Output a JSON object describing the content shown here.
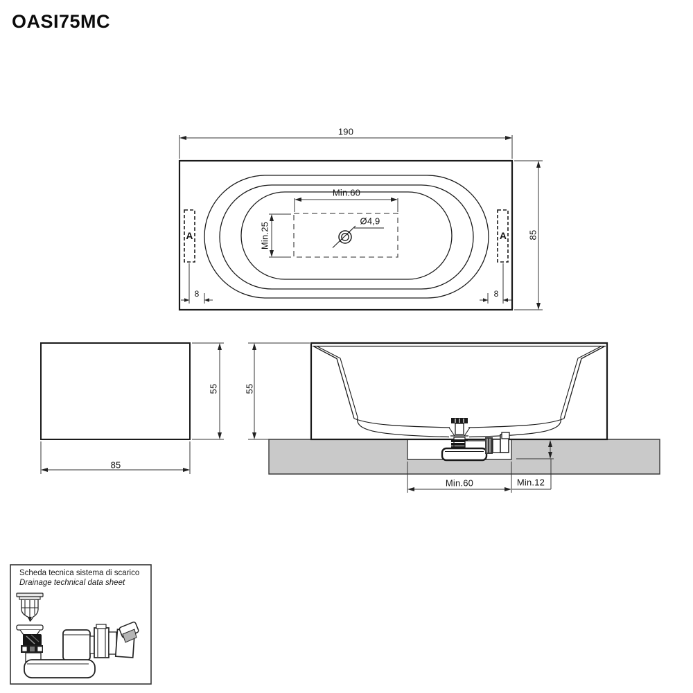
{
  "title": "OASI75MC",
  "colors": {
    "line": "#1a1a1a",
    "dim": "#333333",
    "floor": "#c9c9c9"
  },
  "views": {
    "top": {
      "label_width": "190",
      "label_height": "85",
      "label_min_width": "Min.60",
      "label_min_depth": "Min.25",
      "label_drain_diameter": "Ø4,9",
      "label_section_left": "A",
      "label_section_right": "A",
      "label_offset_left": "8",
      "label_offset_right": "8"
    },
    "front": {
      "label_width": "85",
      "label_height": "55"
    },
    "section": {
      "label_height": "55",
      "label_recess_width": "Min.60",
      "label_recess_depth": "Min.12"
    }
  },
  "drainage_box": {
    "line1": "Scheda tecnica sistema di scarico",
    "line2": "Drainage technical data sheet"
  }
}
